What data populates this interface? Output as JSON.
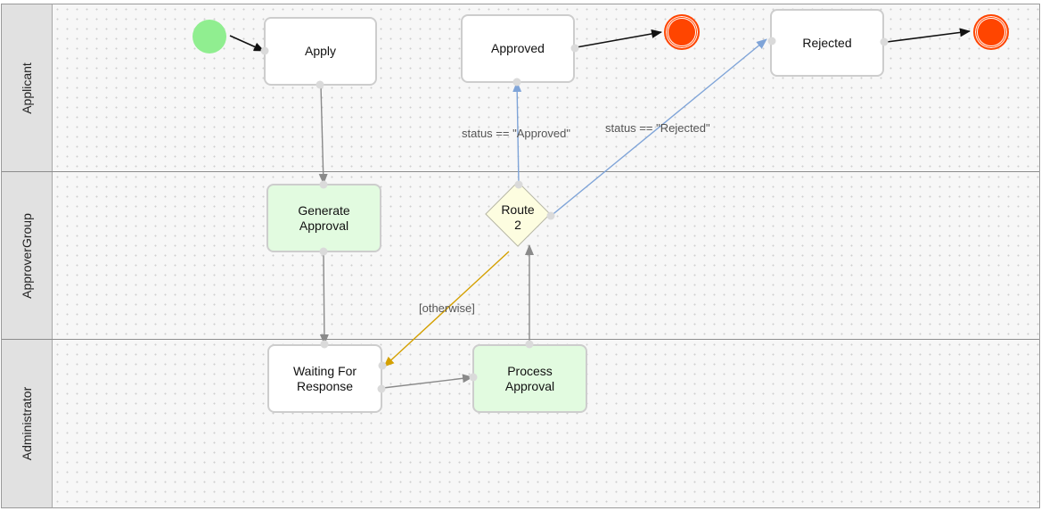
{
  "lanes": [
    {
      "id": "applicant",
      "label": "Applicant"
    },
    {
      "id": "approver",
      "label": "ApproverGroup"
    },
    {
      "id": "admin",
      "label": "Administrator"
    }
  ],
  "nodes": {
    "apply": {
      "label": "Apply"
    },
    "approved": {
      "label": "Approved"
    },
    "rejected": {
      "label": "Rejected"
    },
    "generate": {
      "label": "Generate\nApproval"
    },
    "route": {
      "label": "Route\n2"
    },
    "waiting": {
      "label": "Waiting For\nResponse"
    },
    "process": {
      "label": "Process\nApproval"
    }
  },
  "edge_labels": {
    "approved": "status == \"Approved\"",
    "rejected": "status == \"Rejected\"",
    "otherwise": "[otherwise]"
  },
  "colors": {
    "default_edge": "#8a8a8a",
    "flow_edge": "#111111",
    "approved_edge": "#7fa4d8",
    "rejected_edge": "#7fa4d8",
    "otherwise_edge": "#d4a000",
    "start": "#90ee90",
    "end": "#ff4500",
    "task_green": "#e2fbe0"
  }
}
